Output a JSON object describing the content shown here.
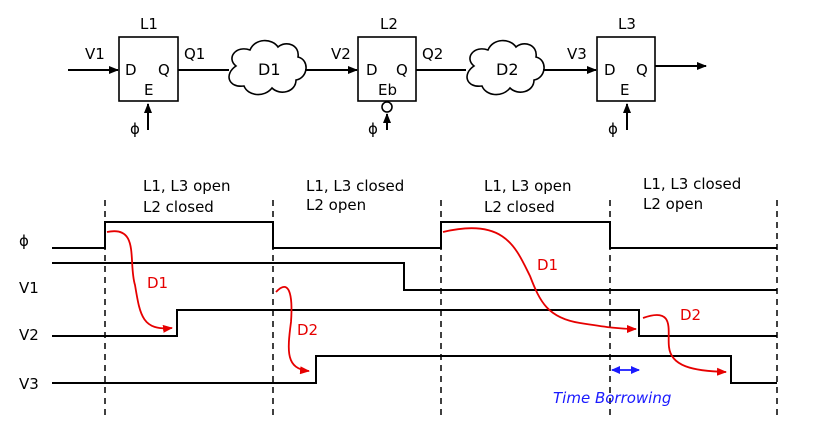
{
  "circuit": {
    "latches": [
      {
        "name": "L1",
        "d": "D",
        "q": "Q",
        "enable": "E"
      },
      {
        "name": "L2",
        "d": "D",
        "q": "Q",
        "enable": "Eb"
      },
      {
        "name": "L3",
        "d": "D",
        "q": "Q",
        "enable": "E"
      }
    ],
    "inputs": [
      "V1",
      "V2",
      "V3"
    ],
    "outputs": [
      "Q1",
      "Q2"
    ],
    "clouds": [
      "D1",
      "D2"
    ],
    "clock": "ϕ"
  },
  "phases": [
    {
      "line1": "L1, L3 open",
      "line2": "L2 closed"
    },
    {
      "line1": "L1, L3 closed",
      "line2": "L2 open"
    },
    {
      "line1": "L1, L3 open",
      "line2": "L2 closed"
    },
    {
      "line1": "L1, L3 closed",
      "line2": "L2 open"
    }
  ],
  "signals": [
    "ϕ",
    "V1",
    "V2",
    "V3"
  ],
  "delay_labels": [
    "D1",
    "D2",
    "D1",
    "D2"
  ],
  "time_borrowing": "Time Borrowing",
  "colors": {
    "delay": "#e60000",
    "borrow": "#1a1aff"
  }
}
